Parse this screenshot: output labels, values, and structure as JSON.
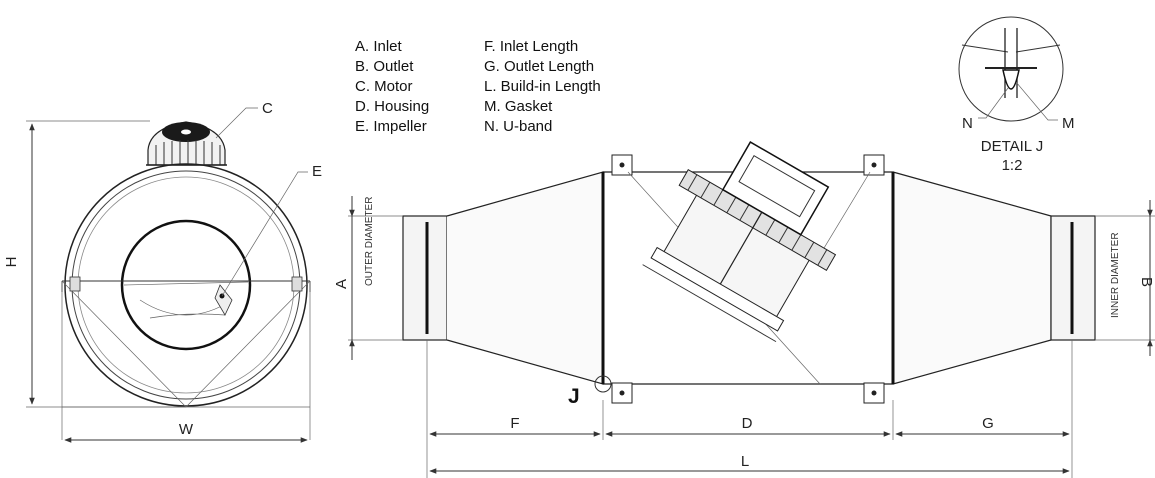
{
  "legend": {
    "col1": [
      "A. Inlet",
      "B. Outlet",
      "C. Motor",
      "D. Housing",
      "E. Impeller"
    ],
    "col2": [
      "F. Inlet Length",
      "G. Outlet Length",
      "L. Build-in Length",
      "M. Gasket",
      "N. U-band"
    ]
  },
  "dimensions": {
    "H": "H",
    "W": "W",
    "A": "A",
    "B": "B",
    "F": "F",
    "D": "D",
    "G": "G",
    "L": "L"
  },
  "callouts": {
    "C": "C",
    "E": "E",
    "J": "J",
    "N": "N",
    "M": "M"
  },
  "detail": {
    "title": "DETAIL J",
    "scale": "1:2"
  },
  "labels": {
    "outer_diameter": "OUTER DIAMETER",
    "inner_diameter": "INNER DIAMETER"
  }
}
